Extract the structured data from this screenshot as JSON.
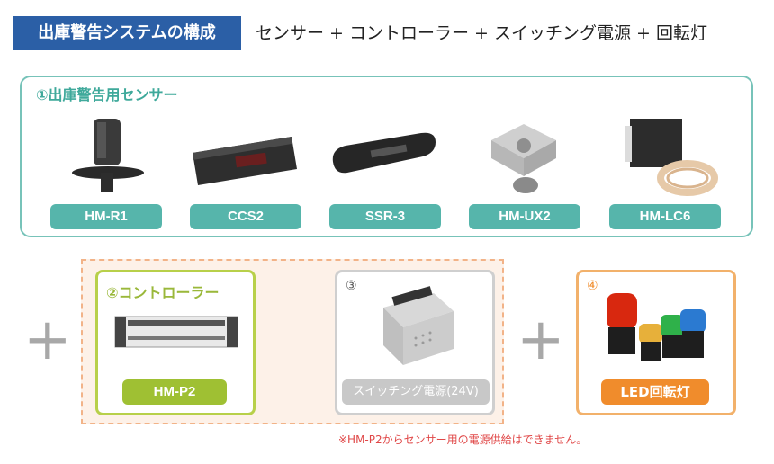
{
  "header": {
    "title": "出庫警告システムの構成",
    "formula": "センサー + コントローラー + スイッチング電源 + 回転灯"
  },
  "sensors": {
    "title": "①出庫警告用センサー",
    "items": [
      {
        "label": "HM-R1"
      },
      {
        "label": "CCS2"
      },
      {
        "label": "SSR-3"
      },
      {
        "label": "HM-UX2"
      },
      {
        "label": "HM-LC6"
      }
    ]
  },
  "controller": {
    "title": "②コントローラー",
    "label": "HM-P2"
  },
  "power_supply": {
    "number": "③",
    "label": "スイッチング電源(24V)"
  },
  "rotating_light": {
    "number": "④",
    "label": "LED回転灯"
  },
  "note": "※HM-P2からセンサー用の電源供給はできません。",
  "colors": {
    "header_bg": "#2b5fa6",
    "sensor_accent": "#56b5ab",
    "controller_accent": "#b8d04a",
    "psu_accent": "#c8c8c8",
    "light_accent": "#f08c2c",
    "note_red": "#e04848"
  }
}
